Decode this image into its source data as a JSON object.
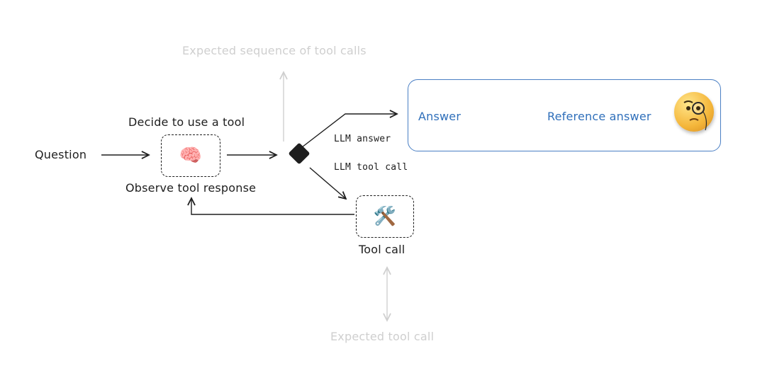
{
  "labels": {
    "question": "Question",
    "decide": "Decide to use a tool",
    "observe": "Observe tool response",
    "llm_answer": "LLM answer",
    "llm_tool_call": "LLM tool call",
    "tool_call": "Tool call",
    "expected_sequence": "Expected sequence of tool calls",
    "expected_tool_call": "Expected tool call",
    "answer": "Answer",
    "reference_answer": "Reference answer"
  },
  "icons": {
    "agent": "🧠",
    "tool": "🛠️",
    "evaluator": "monocle-face-icon"
  },
  "colors": {
    "ink": "#1e1e1e",
    "faint": "#cfcfcf",
    "accent": "#2f6fba"
  }
}
